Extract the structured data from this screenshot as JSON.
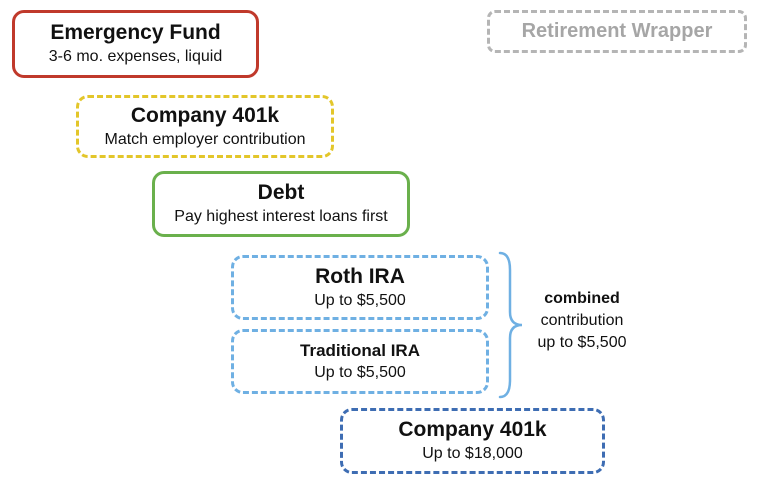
{
  "steps": [
    {
      "id": "emergency",
      "title": "Emergency Fund",
      "subtitle": "3-6 mo. expenses, liquid",
      "color": "#c0392b",
      "border": "solid"
    },
    {
      "id": "401k-match",
      "title": "Company 401k",
      "subtitle": "Match employer contribution",
      "color": "#e3c62a",
      "border": "dashed"
    },
    {
      "id": "debt",
      "title": "Debt",
      "subtitle": "Pay highest interest loans first",
      "color": "#6ab04c",
      "border": "solid"
    },
    {
      "id": "roth",
      "title": "Roth IRA",
      "subtitle": "Up to $5,500",
      "color": "#6fb0e3",
      "border": "dashed"
    },
    {
      "id": "traditional",
      "title": "Traditional IRA",
      "subtitle": "Up to $5,500",
      "color": "#6fb0e3",
      "border": "dashed"
    },
    {
      "id": "401k-full",
      "title": "Company 401k",
      "subtitle": "Up to $18,000",
      "color": "#3e6db3",
      "border": "dashed"
    }
  ],
  "legend": {
    "label": "Retirement Wrapper",
    "color": "#b5b5b5",
    "border": "dashed"
  },
  "ira_note": {
    "line1": "combined",
    "line2": "contribution",
    "line3": "up to $5,500"
  }
}
